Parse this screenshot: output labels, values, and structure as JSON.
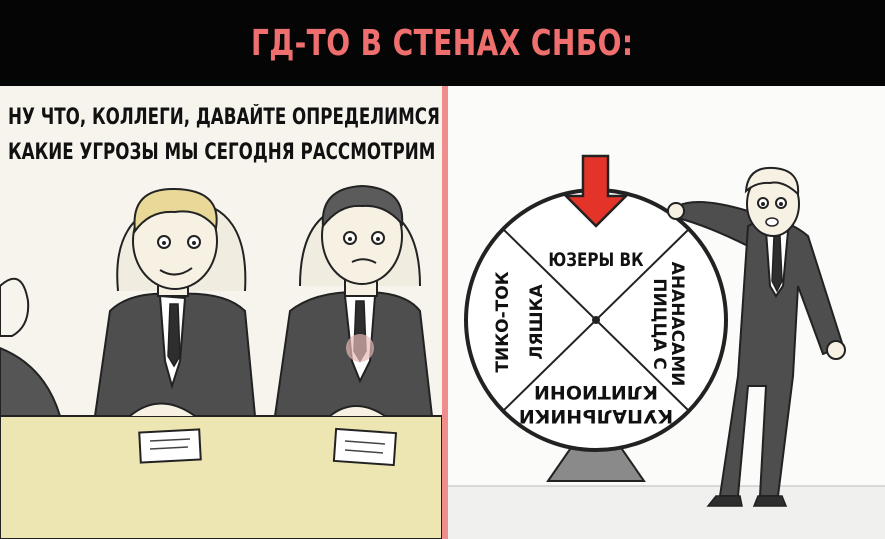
{
  "header": {
    "title": "ГД-ТО В СТЕНАХ СНБО:"
  },
  "left_panel": {
    "caption_lines": [
      "НУ ЧТО, КОЛЛЕГИ, ДАВАЙТЕ ОПРЕДЕЛИМСЯ",
      "КАКИЕ УГРОЗЫ МЫ СЕГОДНЯ РАССМОТРИМ"
    ]
  },
  "wheel": {
    "segments": [
      {
        "text": "ЮЗЕРЫ ВК"
      },
      {
        "text": "ПИЦЦА С"
      },
      {
        "text": "АНАНАСАМИ"
      },
      {
        "text": "КУПАЛЬНИКИ"
      },
      {
        "text": "КЛИТИОНИ"
      },
      {
        "text": "ТИКО-ТОК"
      },
      {
        "text": "ЛЯШКА"
      }
    ]
  },
  "colors": {
    "header_bg": "#050505",
    "title": "#ef6f6f",
    "divider": "#ef8c8c",
    "table": "#ede6b3",
    "suit": "#4e4e4e",
    "arrow": "#e4342a"
  }
}
